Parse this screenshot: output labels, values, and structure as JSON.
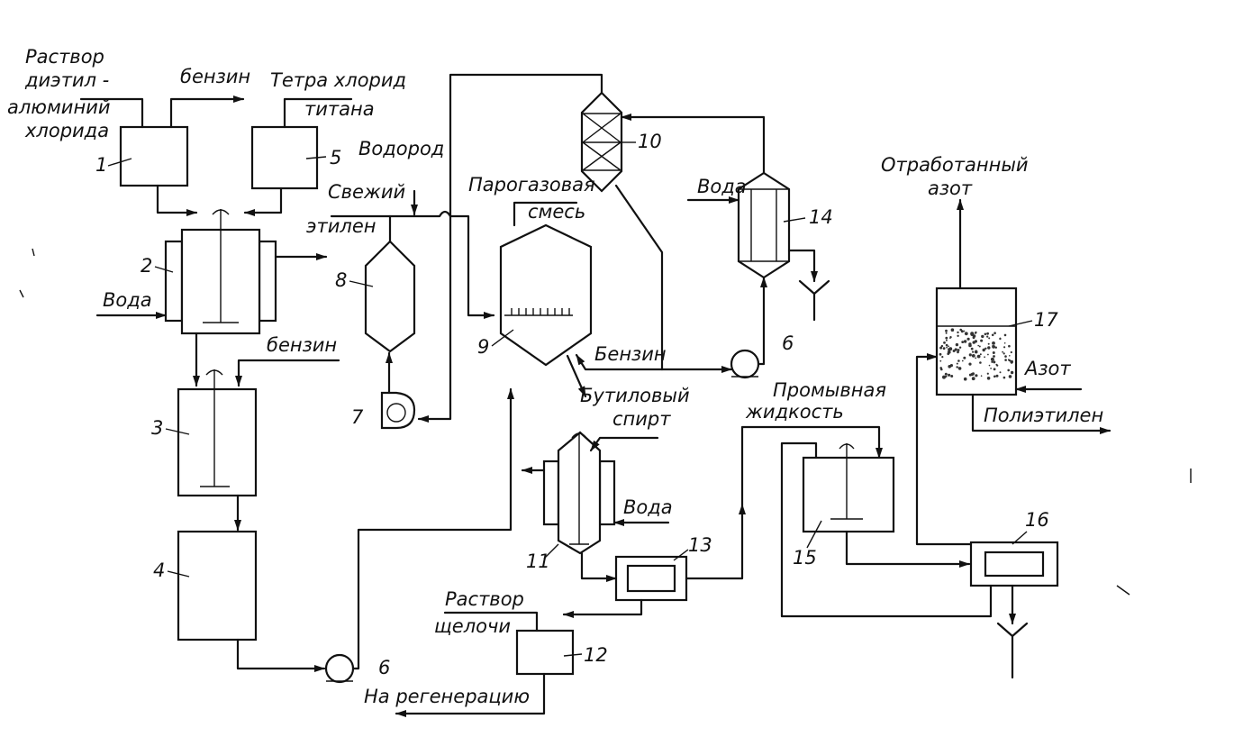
{
  "labels": {
    "diethyl_solution_1": "Раствор",
    "diethyl_solution_2": "диэтил -",
    "diethyl_solution_3": "алюминий",
    "diethyl_solution_4": "хлорида",
    "benzin_top": "бензин",
    "ticl4_1": "Тетра хлорид",
    "ticl4_2": "титана",
    "hydrogen": "Водород",
    "fresh_ethylene_1": "Свежий",
    "fresh_ethylene_2": "этилен",
    "water_2": "Вода",
    "benzin_3": "бензин",
    "vapor_gas_1": "Парогазовая",
    "vapor_gas_2": "смесь",
    "water_14": "Вода",
    "spent_nitrogen_1": "Отработанный",
    "spent_nitrogen_2": "азот",
    "benzin_9": "Бензин",
    "butanol_1": "Бутиловый",
    "butanol_2": "спирт",
    "water_11": "Вода",
    "wash_liquid_1": "Промывная",
    "wash_liquid_2": "жидкость",
    "nitrogen": "Азот",
    "polyethylene": "Полиэтилен",
    "alkali_1": "Раствор",
    "alkali_2": "щелочи",
    "regeneration": "На регенерацию"
  },
  "numbers": {
    "n1": "1",
    "n2": "2",
    "n3": "3",
    "n4": "4",
    "n5": "5",
    "n6a": "6",
    "n6b": "6",
    "n7": "7",
    "n8": "8",
    "n9": "9",
    "n10": "10",
    "n11": "11",
    "n12": "12",
    "n13": "13",
    "n14": "14",
    "n15": "15",
    "n16": "16",
    "n17": "17"
  }
}
